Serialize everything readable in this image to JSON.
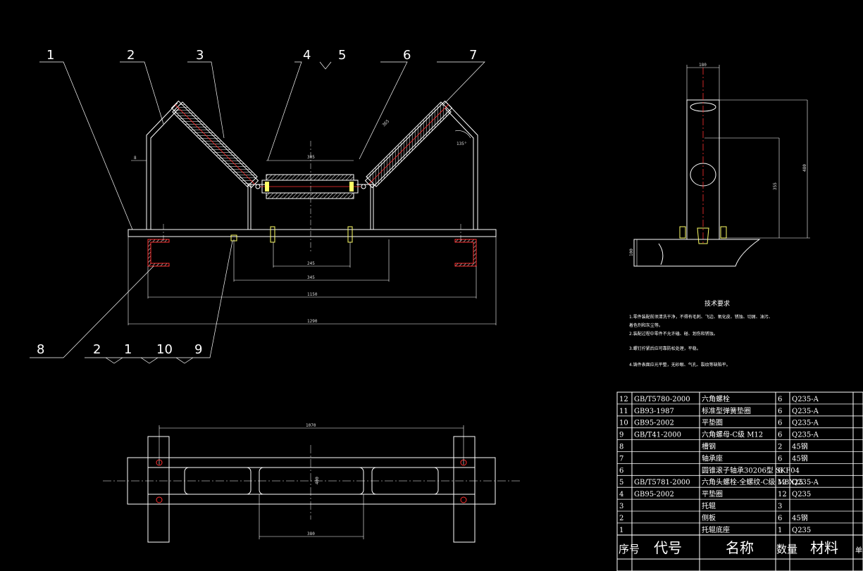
{
  "labels": {
    "top": [
      "1",
      "2",
      "3",
      "4",
      "5",
      "6",
      "7"
    ],
    "bottom": [
      "8",
      "2",
      "1",
      "10",
      "9"
    ]
  },
  "dims": {
    "d8": "8",
    "d305": "305",
    "d365": "365",
    "d135": "135°",
    "d245": "245",
    "d345": "345",
    "d1150": "1150",
    "d1290": "1290",
    "d1070": "1070",
    "d380": "380",
    "d400": "400",
    "side_w": "180",
    "side_h1": "355",
    "side_h2": "480",
    "side_base": "100"
  },
  "tech": {
    "title": "技术要求",
    "lines": [
      "1.零件装配前须清洗干净，不得有毛刺、飞边、氧化皮、锈蚀、切屑、油污、",
      "着色剂和灰尘等。",
      "2.装配过程中零件不允许磕、碰、划伤和锈蚀。",
      "3.螺钉拧紧后应可靠防松处理，平稳。",
      "4.铸件表面应光平整，无砂眼、气孔、裂纹等缺陷平。"
    ]
  },
  "bom": {
    "rows": [
      [
        "12",
        "GB/T5780-2000",
        "六角螺栓",
        "6",
        "Q235-A"
      ],
      [
        "11",
        "GB93-1987",
        "标准型弹簧垫圈",
        "6",
        "Q235-A"
      ],
      [
        "10",
        "GB95-2002",
        "平垫圈",
        "6",
        "Q235-A"
      ],
      [
        "9",
        "GB/T41-2000",
        "六角螺母-C级 M12",
        "6",
        "Q235-A"
      ],
      [
        "8",
        "",
        "槽钢",
        "2",
        "45钢"
      ],
      [
        "7",
        "",
        "轴承座",
        "6",
        "45钢"
      ],
      [
        "6",
        "",
        "圆锥滚子轴承30206型 SKF04",
        "6",
        ""
      ],
      [
        "5",
        "GB/T5781-2000",
        "六角头螺栓-全螺纹-C级 M8X25",
        "12",
        "Q235-A"
      ],
      [
        "4",
        "GB95-2002",
        "平垫圈",
        "12",
        "Q235"
      ],
      [
        "3",
        "",
        "托辊",
        "3",
        ""
      ],
      [
        "2",
        "",
        "侧板",
        "6",
        "45钢"
      ],
      [
        "1",
        "",
        "托辊底座",
        "1",
        "Q235"
      ]
    ],
    "header": {
      "no": "序号",
      "code": "代号",
      "name": "名称",
      "qty": "数量",
      "material": "材料",
      "extra": "单件"
    }
  }
}
